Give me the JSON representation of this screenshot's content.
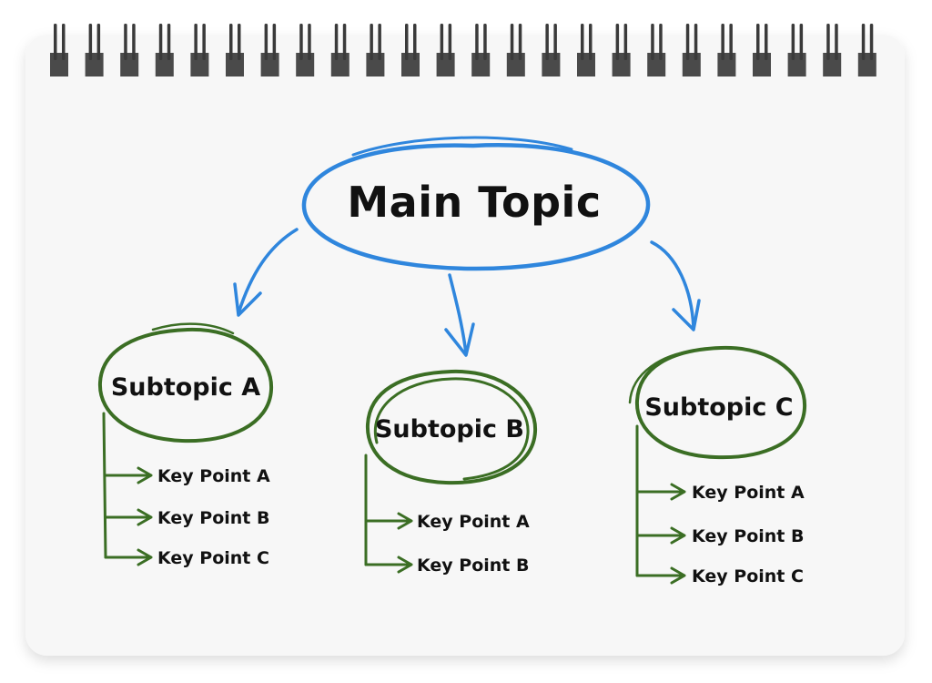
{
  "main_topic": "Main Topic",
  "subtopics": [
    {
      "label": "Subtopic A",
      "key_points": [
        "Key Point A",
        "Key Point B",
        "Key Point C"
      ]
    },
    {
      "label": "Subtopic B",
      "key_points": [
        "Key Point A",
        "Key Point B"
      ]
    },
    {
      "label": "Subtopic C",
      "key_points": [
        "Key Point A",
        "Key Point B",
        "Key Point C"
      ]
    }
  ],
  "colors": {
    "main": "#2f86dd",
    "sub": "#3b6e24",
    "paper": "#f7f7f7",
    "ring": "#444444",
    "text": "#111111"
  }
}
